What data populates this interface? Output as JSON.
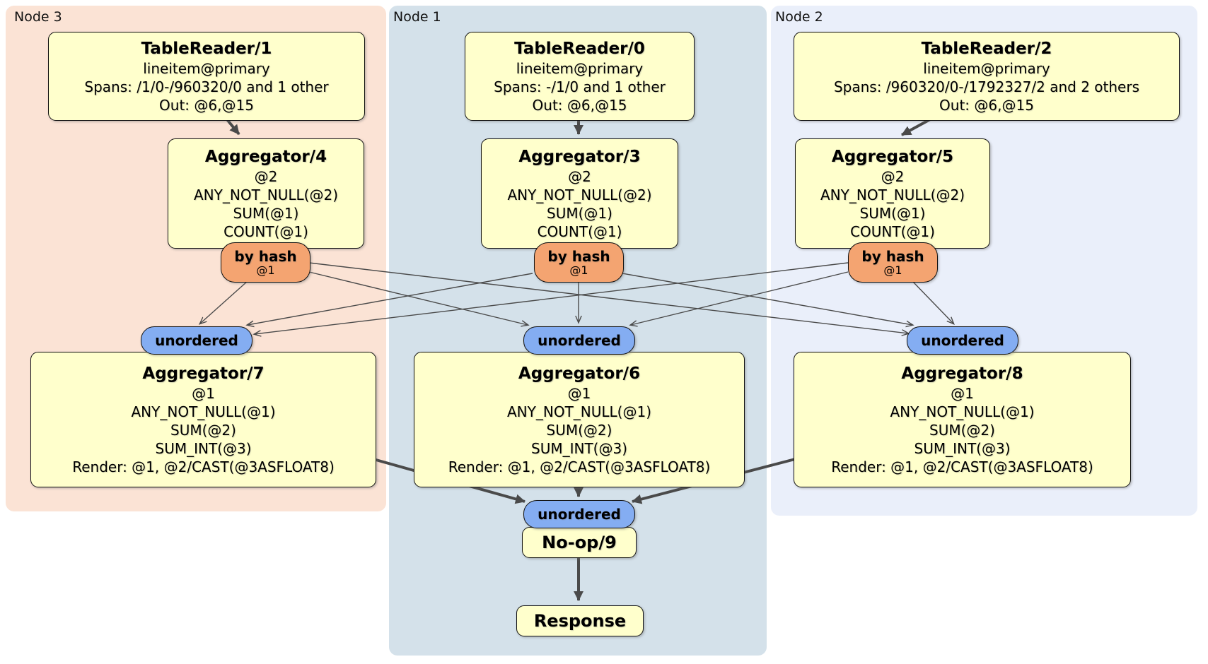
{
  "regions": {
    "node3": {
      "label": "Node 3",
      "bg": "#fbe3d5"
    },
    "node1": {
      "label": "Node 1",
      "bg": "#d4e1ea"
    },
    "node2": {
      "label": "Node 2",
      "bg": "#eaeffa"
    }
  },
  "processors": {
    "tr1": {
      "title": "TableReader/1",
      "lines": [
        "lineitem@primary",
        "Spans: /1/0-/960320/0 and 1 other",
        "Out: @6,@15"
      ]
    },
    "tr0": {
      "title": "TableReader/0",
      "lines": [
        "lineitem@primary",
        "Spans: -/1/0 and 1 other",
        "Out: @6,@15"
      ]
    },
    "tr2": {
      "title": "TableReader/2",
      "lines": [
        "lineitem@primary",
        "Spans: /960320/0-/1792327/2 and 2 others",
        "Out: @6,@15"
      ]
    },
    "agg4": {
      "title": "Aggregator/4",
      "lines": [
        "@2",
        "ANY_NOT_NULL(@2)",
        "SUM(@1)",
        "COUNT(@1)"
      ]
    },
    "agg3": {
      "title": "Aggregator/3",
      "lines": [
        "@2",
        "ANY_NOT_NULL(@2)",
        "SUM(@1)",
        "COUNT(@1)"
      ]
    },
    "agg5": {
      "title": "Aggregator/5",
      "lines": [
        "@2",
        "ANY_NOT_NULL(@2)",
        "SUM(@1)",
        "COUNT(@1)"
      ]
    },
    "agg7": {
      "title": "Aggregator/7",
      "lines": [
        "@1",
        "ANY_NOT_NULL(@1)",
        "SUM(@2)",
        "SUM_INT(@3)",
        "Render: @1, @2/CAST(@3ASFLOAT8)"
      ]
    },
    "agg6": {
      "title": "Aggregator/6",
      "lines": [
        "@1",
        "ANY_NOT_NULL(@1)",
        "SUM(@2)",
        "SUM_INT(@3)",
        "Render: @1, @2/CAST(@3ASFLOAT8)"
      ]
    },
    "agg8": {
      "title": "Aggregator/8",
      "lines": [
        "@1",
        "ANY_NOT_NULL(@1)",
        "SUM(@2)",
        "SUM_INT(@3)",
        "Render: @1, @2/CAST(@3ASFLOAT8)"
      ]
    },
    "noop": {
      "title": "No-op/9"
    },
    "response": {
      "title": "Response"
    }
  },
  "routers": {
    "bh4": {
      "label": "by hash",
      "detail": "@1"
    },
    "bh3": {
      "label": "by hash",
      "detail": "@1"
    },
    "bh5": {
      "label": "by hash",
      "detail": "@1"
    }
  },
  "syncs": {
    "uo7": {
      "label": "unordered"
    },
    "uo6": {
      "label": "unordered"
    },
    "uo8": {
      "label": "unordered"
    },
    "uo9": {
      "label": "unordered"
    }
  },
  "colors": {
    "processor_fill": "#ffffcc",
    "router_fill": "#f4a471",
    "sync_fill": "#84adf2",
    "edge": "#4a4a4a",
    "node3_bg": "#fbe3d5",
    "node1_bg": "#d4e1ea",
    "node2_bg": "#eaeffa"
  }
}
